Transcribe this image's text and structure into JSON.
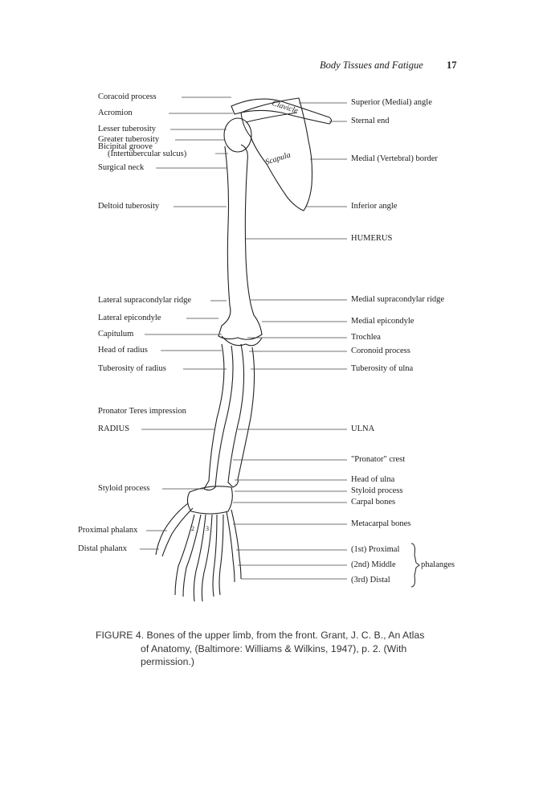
{
  "header": {
    "running_title": "Body Tissues and Fatigue",
    "page_number": "17"
  },
  "figure": {
    "labels_left": [
      "Coracoid process",
      "Acromion",
      "Lesser tuberosity",
      "Greater tuberosity",
      "Bicipital groove",
      "(Intertubercular sulcus)",
      "Surgical neck",
      "Deltoid tuberosity",
      "Lateral supracondylar ridge",
      "Lateral epicondyle",
      "Capitulum",
      "Head of radius",
      "Tuberosity of radius",
      "Pronator Teres impression",
      "RADIUS",
      "Styloid process",
      "Proximal phalanx",
      "Distal phalanx"
    ],
    "labels_right": [
      "Superior (Medial) angle",
      "Sternal end",
      "Medial (Vertebral) border",
      "Inferior angle",
      "HUMERUS",
      "Medial supracondylar ridge",
      "Medial epicondyle",
      "Trochlea",
      "Coronoid process",
      "Tuberosity of ulna",
      "ULNA",
      "\"Pronator\" crest",
      "Head of ulna",
      "Styloid process",
      "Carpal bones",
      "Metacarpal bones",
      "(1st) Proximal",
      "(2nd) Middle",
      "(3rd) Distal"
    ],
    "phalanges_label": "phalanges",
    "bone_words": {
      "clavicle": "Clavicle",
      "scapula": "Scapula"
    },
    "digit_numbers": [
      "2",
      "3"
    ]
  },
  "caption": {
    "line1": "FIGURE 4. Bones of the upper limb, from the front. Grant, J. C. B., An Atlas",
    "line2": "of Anatomy, (Baltimore: Williams & Wilkins, 1947), p. 2. (With",
    "line3": "permission.)"
  }
}
